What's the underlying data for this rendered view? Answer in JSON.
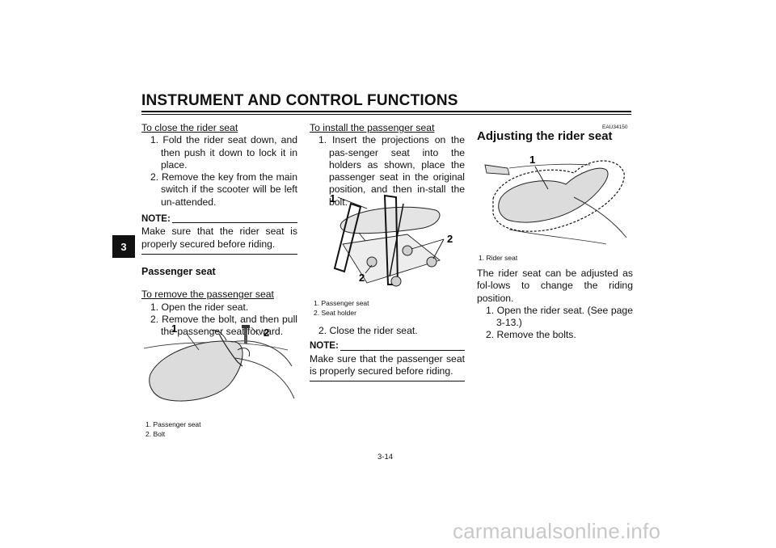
{
  "header": {
    "title": "INSTRUMENT AND CONTROL FUNCTIONS",
    "chapter_tab": "3"
  },
  "left_column": {
    "close_heading": "To close the rider seat",
    "close_steps": [
      "1. Fold the rider seat down, and then push it down to lock it in place.",
      "2. Remove the key from the main switch if the scooter will be left un-attended."
    ],
    "note_label": "NOTE:",
    "note_text": "Make sure that the rider seat is properly secured before riding.",
    "passenger_heading": "Passenger seat",
    "remove_heading": "To remove the passenger seat",
    "remove_steps": [
      "1. Open the rider seat.",
      "2. Remove the bolt, and then pull the passenger seat forward."
    ],
    "figure_callouts": [
      "1",
      "2"
    ],
    "figure_captions": [
      "1. Passenger seat",
      "2. Bolt"
    ]
  },
  "middle_column": {
    "install_heading": "To install the passenger seat",
    "install_step_1": "1. Insert the projections on the pas-senger seat into the holders as shown, place the passenger seat in the original position, and then in-stall the bolt.",
    "figure_callouts": [
      "1",
      "2",
      "2"
    ],
    "figure_captions": [
      "1. Passenger seat",
      "2. Seat holder"
    ],
    "install_step_2": "2. Close the rider seat.",
    "note_label": "NOTE:",
    "note_text": "Make sure that the passenger seat is properly secured before riding."
  },
  "right_column": {
    "code": "EAU34150",
    "heading": "Adjusting the rider seat",
    "figure_callout": "1",
    "figure_caption": "1. Rider seat",
    "body": "The rider seat can be adjusted as fol-lows to change the riding position.",
    "steps": [
      "1. Open the rider seat. (See page 3-13.)",
      "2. Remove the bolts."
    ]
  },
  "footer": {
    "page_number": "3-14",
    "watermark": "carmanualsonline.info"
  }
}
